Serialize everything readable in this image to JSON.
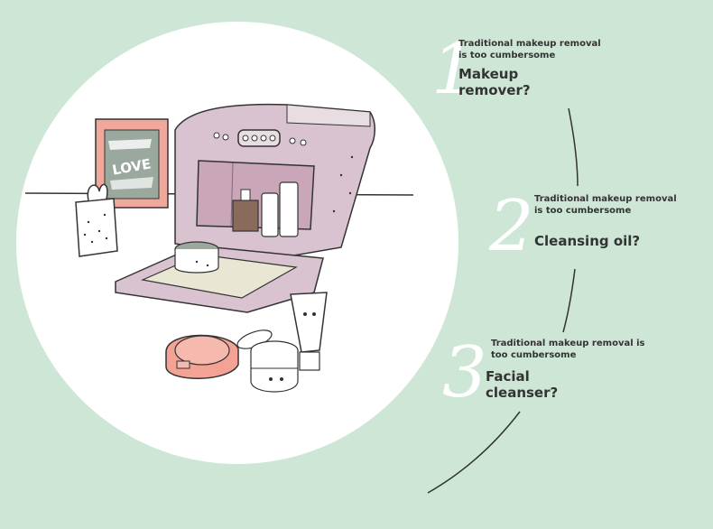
{
  "palette": {
    "background": "#cde6d5",
    "circle": "#ffffff",
    "machine": "#d9c3d0",
    "frame": "#f0a89c",
    "compact": "#f3a294",
    "ink": "#333333"
  },
  "illustration": {
    "frame_text": "LOVE"
  },
  "steps": [
    {
      "number": "1",
      "subtitle": "Traditional makeup removal\nis too cumbersome",
      "title": "Makeup\nremover?"
    },
    {
      "number": "2",
      "subtitle": "Traditional makeup removal\nis too cumbersome",
      "title": "Cleansing oil?"
    },
    {
      "number": "3",
      "subtitle": "Traditional makeup removal is\ntoo cumbersome",
      "title": "Facial\ncleanser?"
    }
  ]
}
